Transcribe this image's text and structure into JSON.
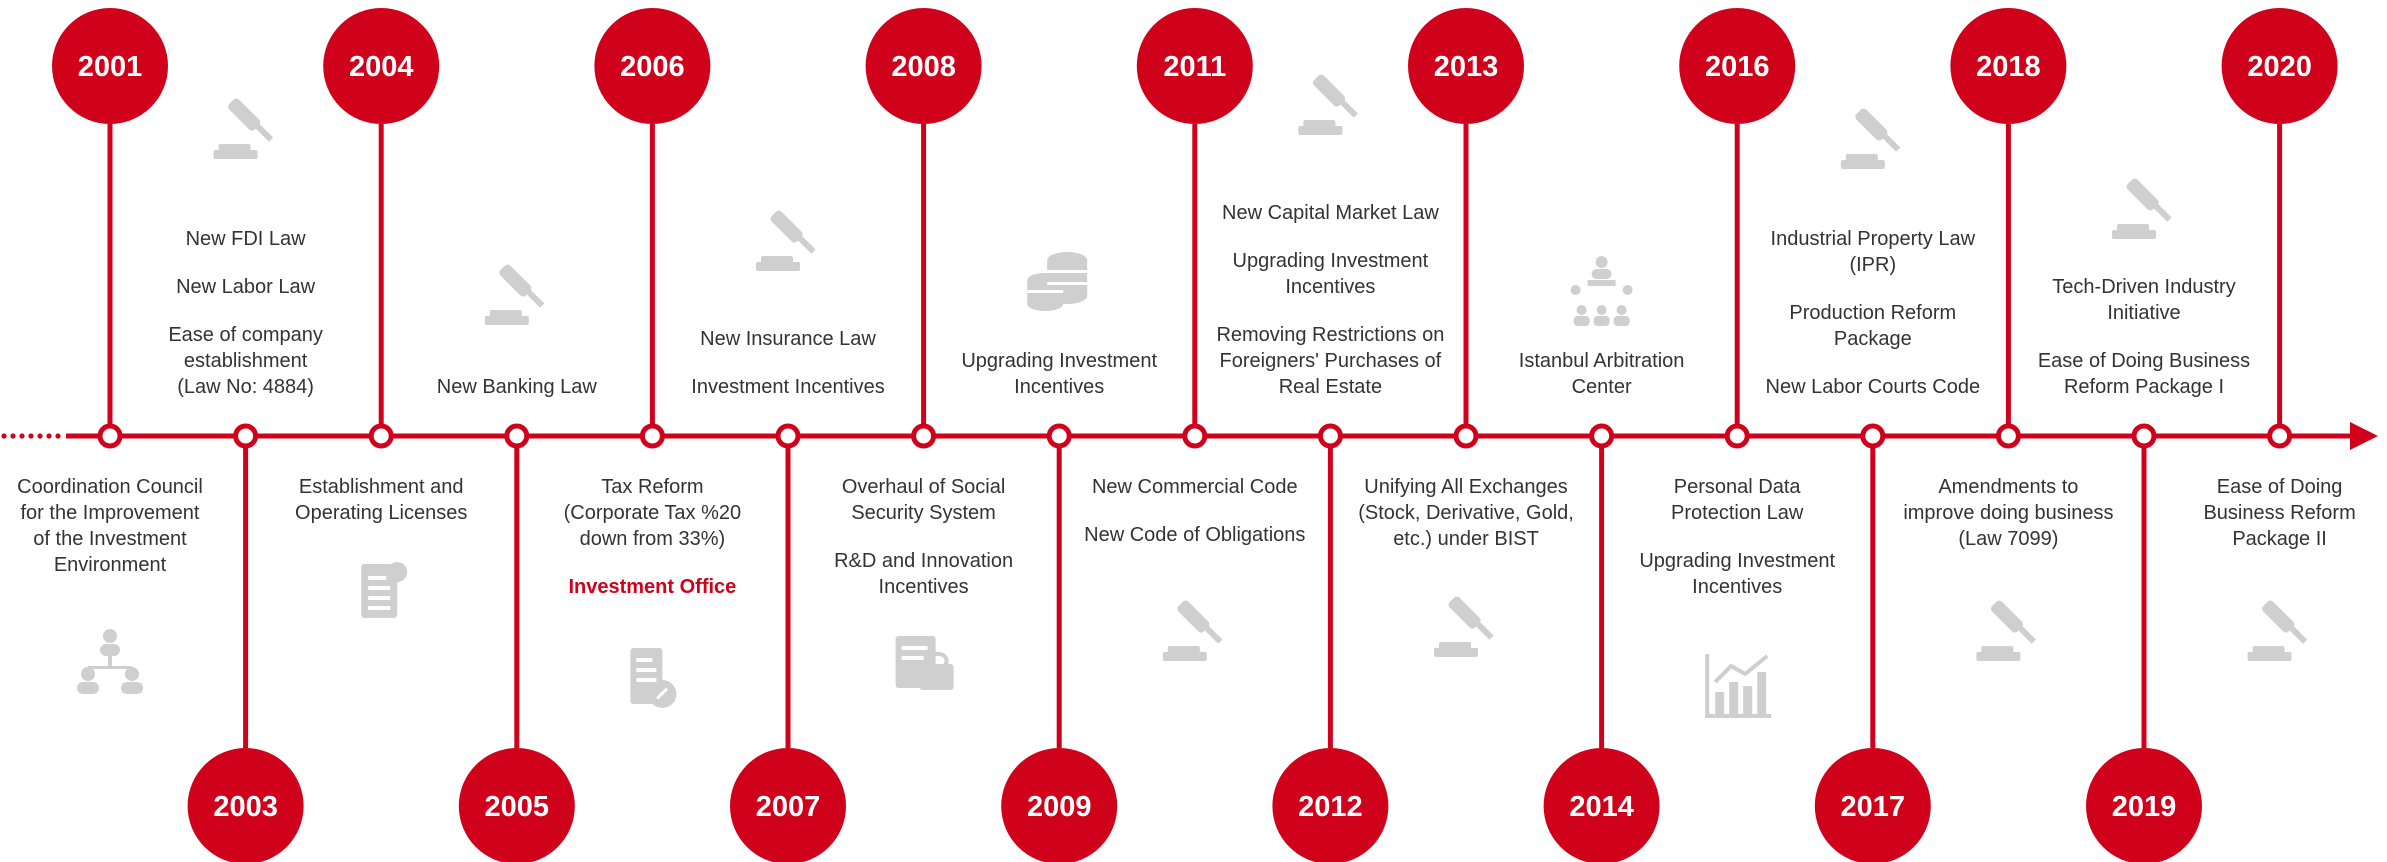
{
  "milestones": [
    {
      "year": "2001",
      "position": "top",
      "icon": "people-network-icon",
      "items": [
        {
          "text": "Coordination Council\nfor the Improvement\nof the Investment\nEnvironment"
        }
      ]
    },
    {
      "year": "2003",
      "position": "bottom",
      "icon": "gavel-icon",
      "items": [
        {
          "text": "New FDI Law"
        },
        {
          "text": "New Labor Law"
        },
        {
          "text": "Ease of company\nestablishment\n(Law No: 4884)"
        }
      ]
    },
    {
      "year": "2004",
      "position": "top",
      "icon": "document-check-icon",
      "items": [
        {
          "text": "Establishment and\nOperating Licenses"
        }
      ]
    },
    {
      "year": "2005",
      "position": "bottom",
      "icon": "gavel-icon",
      "items": [
        {
          "text": "New Banking Law"
        }
      ]
    },
    {
      "year": "2006",
      "position": "top",
      "icon": "tax-document-icon",
      "items": [
        {
          "text": "Tax Reform\n(Corporate Tax %20\ndown from 33%)"
        },
        {
          "text": "Investment Office",
          "highlight": true
        }
      ]
    },
    {
      "year": "2007",
      "position": "bottom",
      "icon": "gavel-icon",
      "items": [
        {
          "text": "New Insurance Law"
        },
        {
          "text": "Investment Incentives"
        }
      ]
    },
    {
      "year": "2008",
      "position": "top",
      "icon": "document-lock-icon",
      "items": [
        {
          "text": "Overhaul of Social\nSecurity System"
        },
        {
          "text": "R&D and Innovation\nIncentives"
        }
      ]
    },
    {
      "year": "2009",
      "position": "bottom",
      "icon": "coin-stack-icon",
      "items": [
        {
          "text": "Upgrading Investment\nIncentives"
        }
      ]
    },
    {
      "year": "2011",
      "position": "top",
      "icon": "gavel-icon",
      "items": [
        {
          "text": "New Commercial Code"
        },
        {
          "text": "New Code of Obligations"
        }
      ]
    },
    {
      "year": "2012",
      "position": "bottom",
      "icon": "gavel-icon",
      "items": [
        {
          "text": "New Capital Market Law"
        },
        {
          "text": "Upgrading Investment\nIncentives"
        },
        {
          "text": "Removing Restrictions on\nForeigners' Purchases of\nReal Estate"
        }
      ]
    },
    {
      "year": "2013",
      "position": "top",
      "icon": "gavel-icon",
      "items": [
        {
          "text": "Unifying All Exchanges\n(Stock, Derivative, Gold,\netc.) under BIST"
        }
      ]
    },
    {
      "year": "2014",
      "position": "bottom",
      "icon": "arbitration-meeting-icon",
      "items": [
        {
          "text": "Istanbul Arbitration\nCenter"
        }
      ]
    },
    {
      "year": "2016",
      "position": "top",
      "icon": "growth-chart-icon",
      "items": [
        {
          "text": "Personal Data\nProtection Law"
        },
        {
          "text": "Upgrading Investment\nIncentives"
        }
      ]
    },
    {
      "year": "2017",
      "position": "bottom",
      "icon": "gavel-icon",
      "items": [
        {
          "text": "Industrial Property Law\n(IPR)"
        },
        {
          "text": "Production Reform\nPackage"
        },
        {
          "text": "New Labor Courts Code"
        }
      ]
    },
    {
      "year": "2018",
      "position": "top",
      "icon": "gavel-icon",
      "items": [
        {
          "text": "Amendments to\nimprove doing business\n(Law 7099)"
        }
      ]
    },
    {
      "year": "2019",
      "position": "bottom",
      "icon": "gavel-icon",
      "items": [
        {
          "text": "Tech-Driven Industry\nInitiative"
        },
        {
          "text": "Ease of Doing Business\nReform Package I"
        }
      ]
    },
    {
      "year": "2020",
      "position": "top",
      "icon": "gavel-icon",
      "items": [
        {
          "text": "Ease of Doing\nBusiness Reform\nPackage II"
        }
      ]
    }
  ],
  "colors": {
    "accent": "#d0021b",
    "icon": "#cfcfcf",
    "text": "#333333"
  }
}
